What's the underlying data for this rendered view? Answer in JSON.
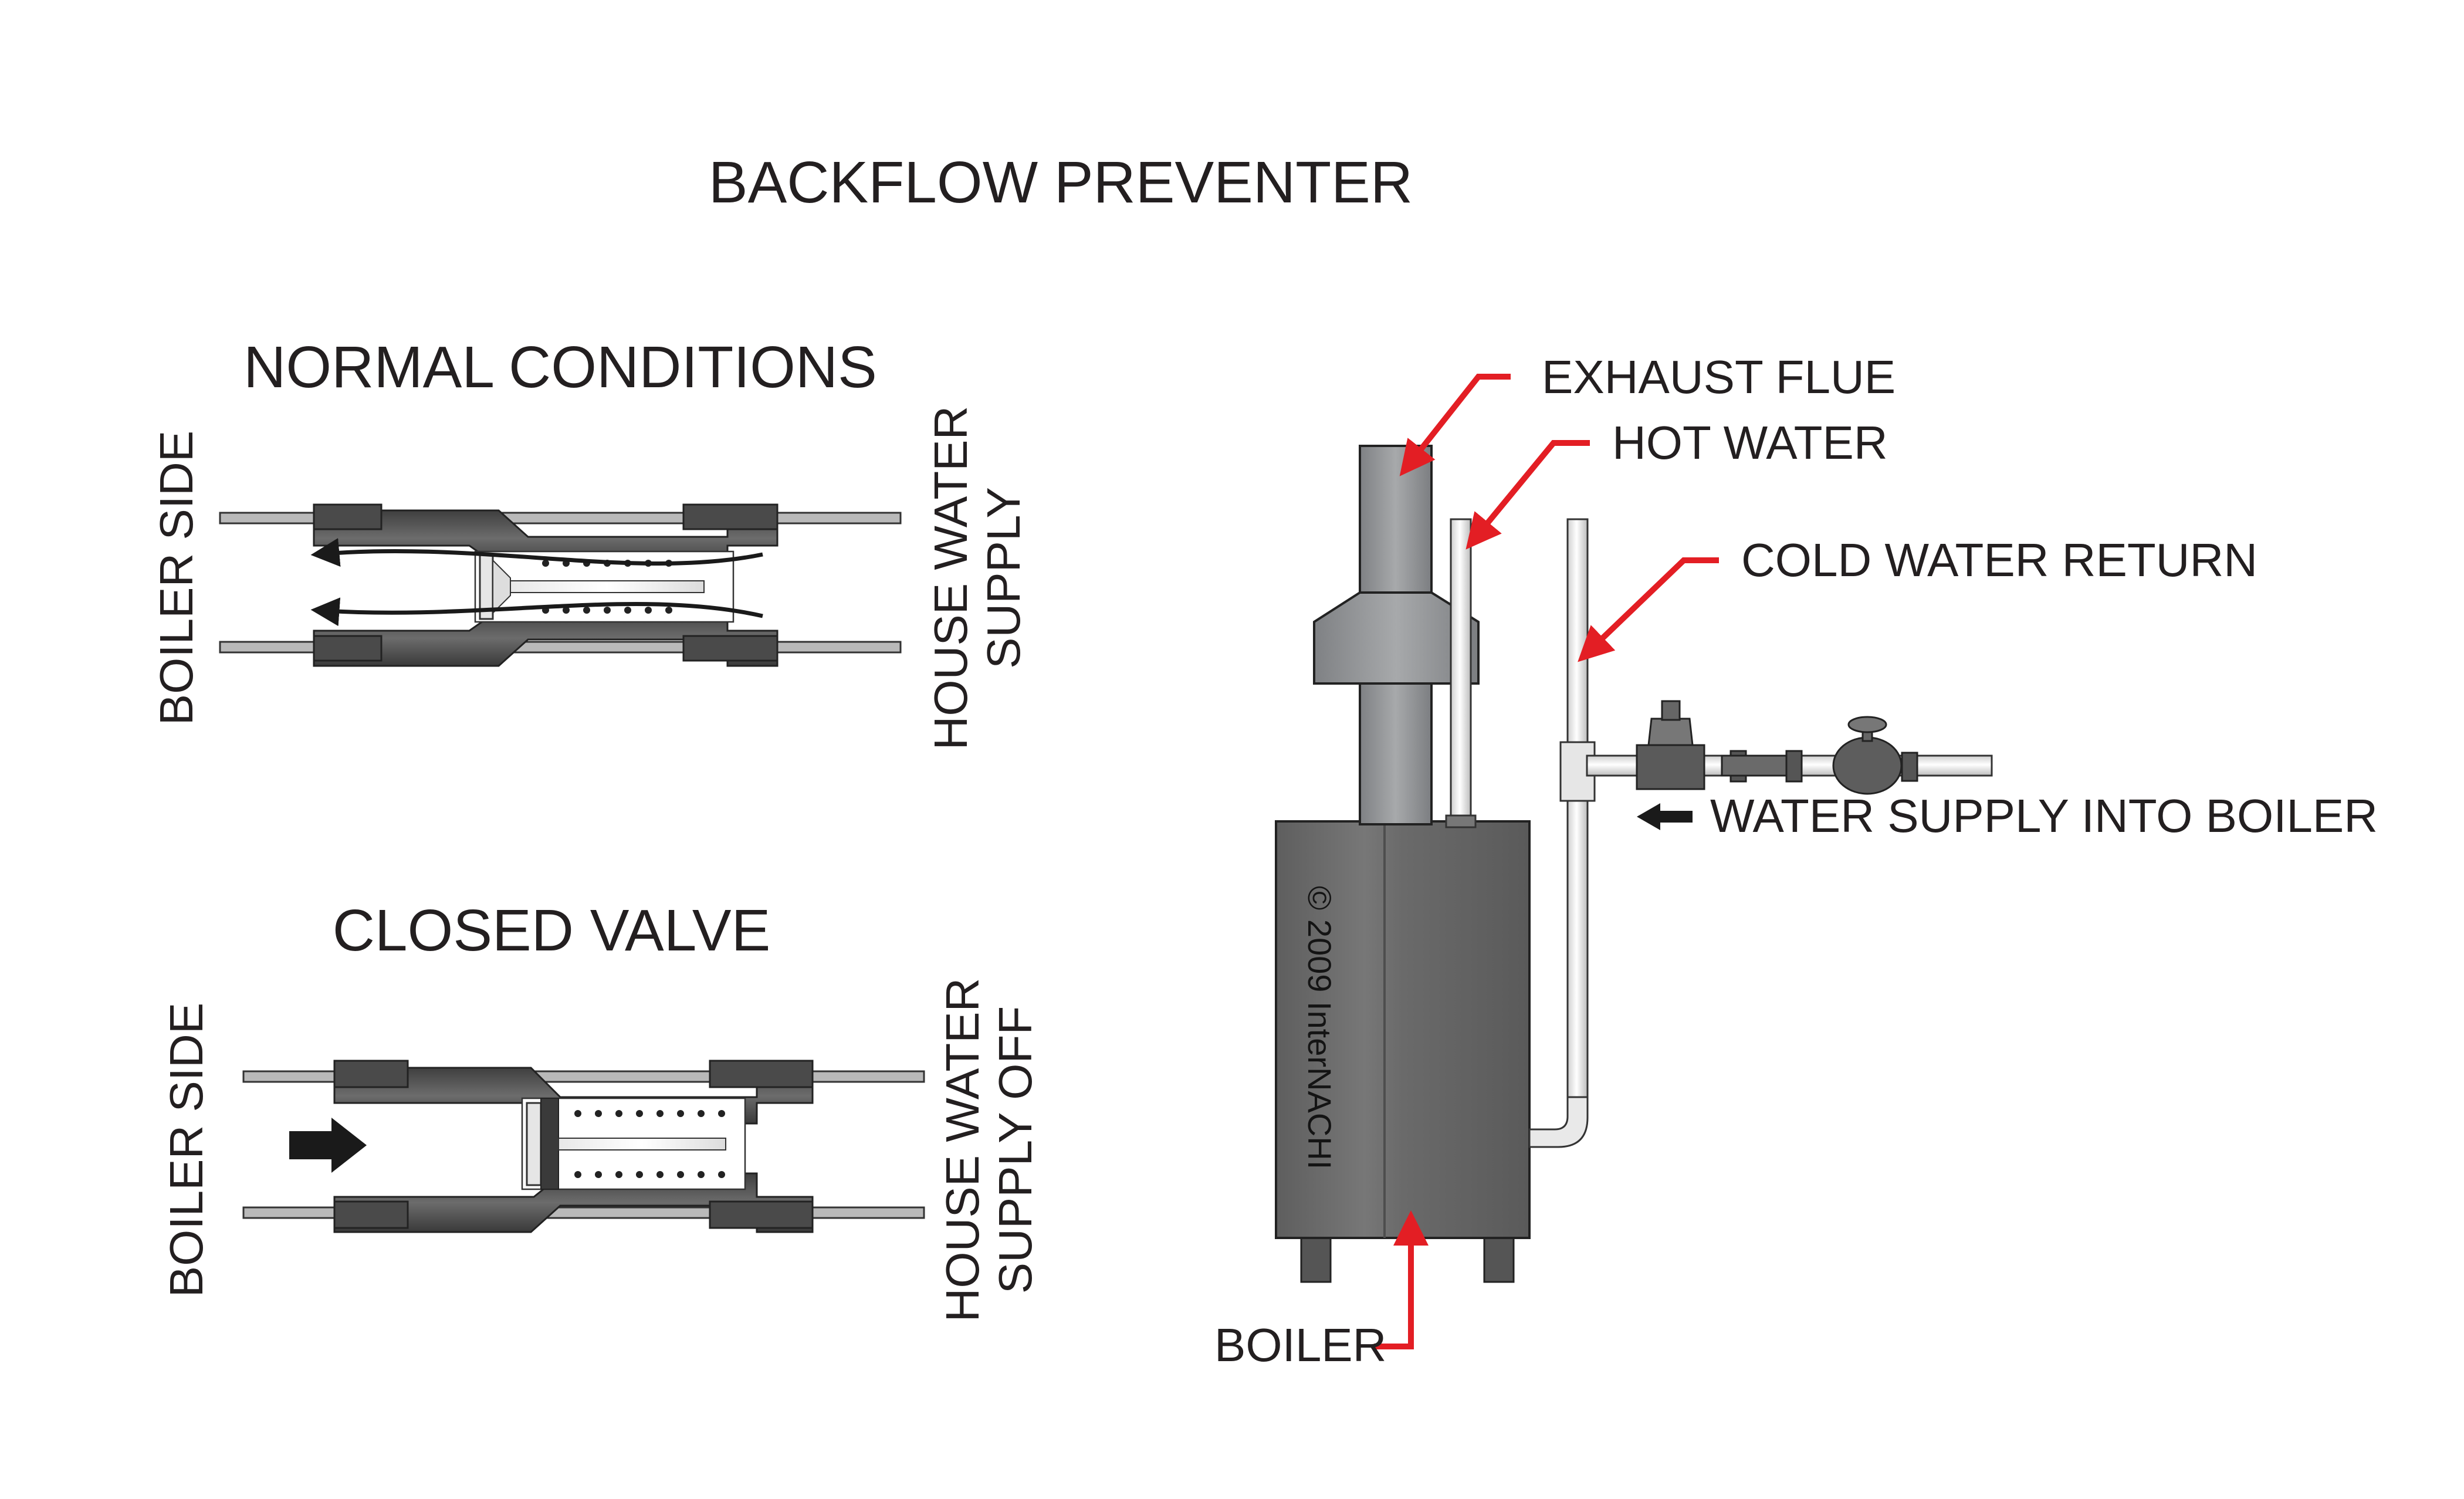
{
  "title": "BACKFLOW PREVENTER",
  "normal": {
    "heading": "NORMAL CONDITIONS",
    "left_label": "BOILER SIDE",
    "right_label_line1": "HOUSE WATER",
    "right_label_line2": "SUPPLY"
  },
  "closed": {
    "heading": "CLOSED  VALVE",
    "left_label": "BOILER SIDE",
    "right_label_line1": "HOUSE WATER",
    "right_label_line2": "SUPPLY OFF"
  },
  "callouts": {
    "exhaust_flue": "EXHAUST FLUE",
    "hot_water": "HOT WATER",
    "cold_water_return": "COLD WATER RETURN",
    "water_supply": "WATER SUPPLY INTO BOILER",
    "boiler": "BOILER"
  },
  "copyright": "© 2009 InterNACHI",
  "colors": {
    "callout_red": "#e31e24",
    "valve_body": "#5a5a5a",
    "boiler_gray": "#6f6f6f",
    "flue_gray": "#8e9194",
    "pipe_white": "#f4f4f4",
    "text": "#231f20"
  }
}
